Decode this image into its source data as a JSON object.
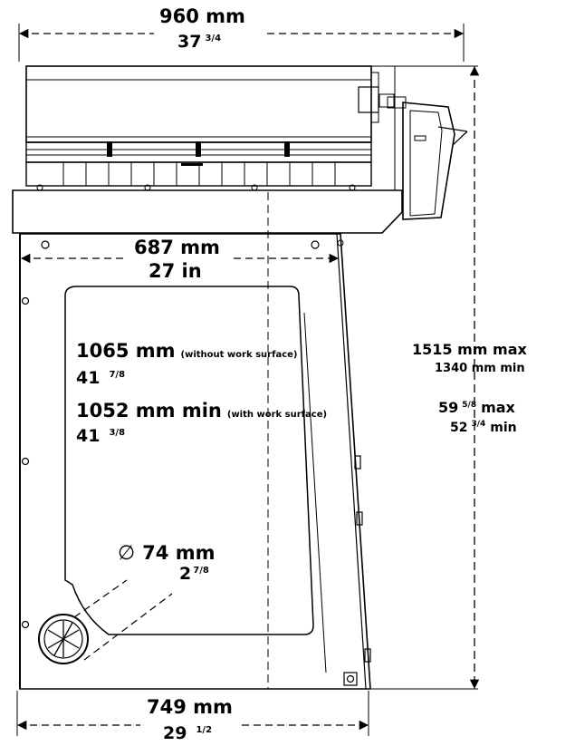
{
  "dimensions": {
    "total_width": {
      "mm": "960 mm",
      "inch_whole": "37",
      "inch_frac": "3/4"
    },
    "inner_width": {
      "mm": "687 mm",
      "inch": "27 in"
    },
    "base_width": {
      "mm": "749 mm",
      "inch_whole": "29",
      "inch_frac": "1/2"
    },
    "height_no_surface": {
      "mm": "1065 mm",
      "note": "(without work surface)",
      "inch_whole": "41",
      "inch_frac": "7/8"
    },
    "height_with_surface": {
      "mm": "1052 mm min",
      "note": "(with work surface)",
      "inch_whole": "41",
      "inch_frac": "3/8"
    },
    "total_height": {
      "max_mm": "1515 mm max",
      "min_mm": "1340 mm min",
      "max_inch_whole": "59",
      "max_inch_frac": "5/8",
      "max_suffix": "max",
      "min_inch_whole": "52",
      "min_inch_frac": "3/4",
      "min_suffix": "min"
    },
    "duct": {
      "symbol": "∅",
      "mm": "74 mm",
      "inch_whole": "2",
      "inch_frac": "7/8"
    }
  },
  "colors": {
    "line": "#000000",
    "panel": "#ffffff",
    "background": "#ffffff"
  }
}
